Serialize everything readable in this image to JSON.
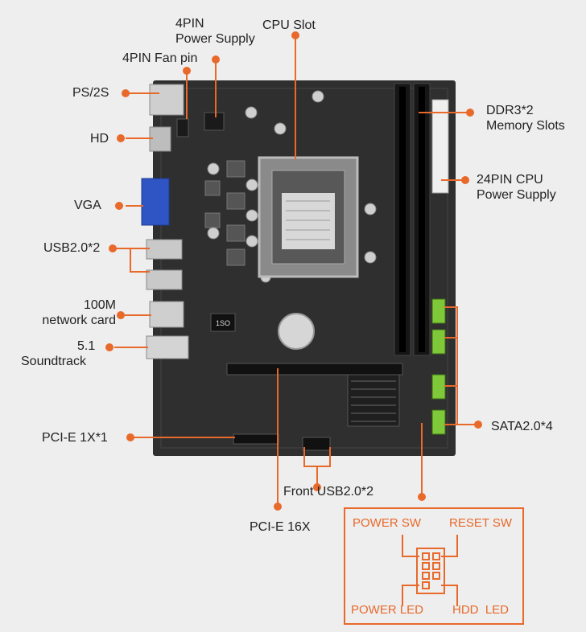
{
  "labels": {
    "power_4pin_line1": "4PIN",
    "power_4pin_line2": "Power Supply",
    "cpu_slot": "CPU Slot",
    "fan_4pin": "4PIN Fan pin",
    "ps2": "PS/2S",
    "hd": "HD",
    "vga": "VGA",
    "usb2": "USB2.0*2",
    "network_line1": "100M",
    "network_line2": "network card",
    "sound_line1": "5.1",
    "sound_line2": "Soundtrack",
    "pcie1x": "PCI-E 1X*1",
    "pcie16x": "PCI-E 16X",
    "front_usb": "Front USB2.0*2",
    "ddr3_line1": "DDR3*2",
    "ddr3_line2": "Memory Slots",
    "cpu24_line1": "24PIN CPU",
    "cpu24_line2": "Power Supply",
    "sata": "SATA2.0*4"
  },
  "panel": {
    "power_sw": "POWER SW",
    "reset_sw": "RESET SW",
    "power_led": "POWER LED",
    "hdd_led": "HDD  LED"
  },
  "board_marks": {
    "cpu_block": "1SO"
  },
  "colors": {
    "accent": "#e8692a",
    "board": "#2f2f2f",
    "background": "#eeeeee",
    "sata_green": "#7ec83a"
  }
}
